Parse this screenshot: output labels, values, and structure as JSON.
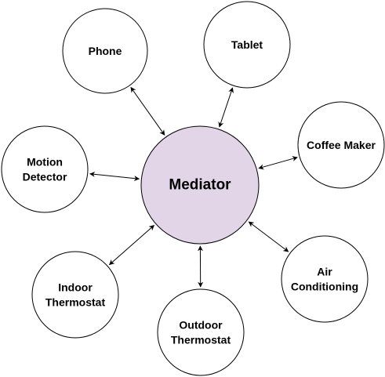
{
  "colors": {
    "hub_fill": "#e1d5e7",
    "node_fill": "#ffffff",
    "stroke": "#000000"
  },
  "hub": {
    "label": "Mediator"
  },
  "nodes": [
    {
      "id": "phone",
      "lines": [
        "Phone"
      ]
    },
    {
      "id": "tablet",
      "lines": [
        "Tablet"
      ]
    },
    {
      "id": "coffee-maker",
      "lines": [
        "Coffee Maker"
      ]
    },
    {
      "id": "motion-detector",
      "lines": [
        "Motion",
        "Detector"
      ]
    },
    {
      "id": "indoor-thermostat",
      "lines": [
        "Indoor",
        "Thermostat"
      ]
    },
    {
      "id": "outdoor-thermostat",
      "lines": [
        "Outdoor",
        "Thermostat"
      ]
    },
    {
      "id": "air-conditioning",
      "lines": [
        "Air",
        "Conditioning"
      ]
    }
  ],
  "connections": [
    {
      "from": "hub",
      "to": "phone",
      "arrows": "both"
    },
    {
      "from": "hub",
      "to": "tablet",
      "arrows": "both"
    },
    {
      "from": "hub",
      "to": "coffee-maker",
      "arrows": "both"
    },
    {
      "from": "hub",
      "to": "motion-detector",
      "arrows": "both"
    },
    {
      "from": "hub",
      "to": "indoor-thermostat",
      "arrows": "both"
    },
    {
      "from": "hub",
      "to": "outdoor-thermostat",
      "arrows": "both"
    },
    {
      "from": "hub",
      "to": "air-conditioning",
      "arrows": "both"
    }
  ]
}
